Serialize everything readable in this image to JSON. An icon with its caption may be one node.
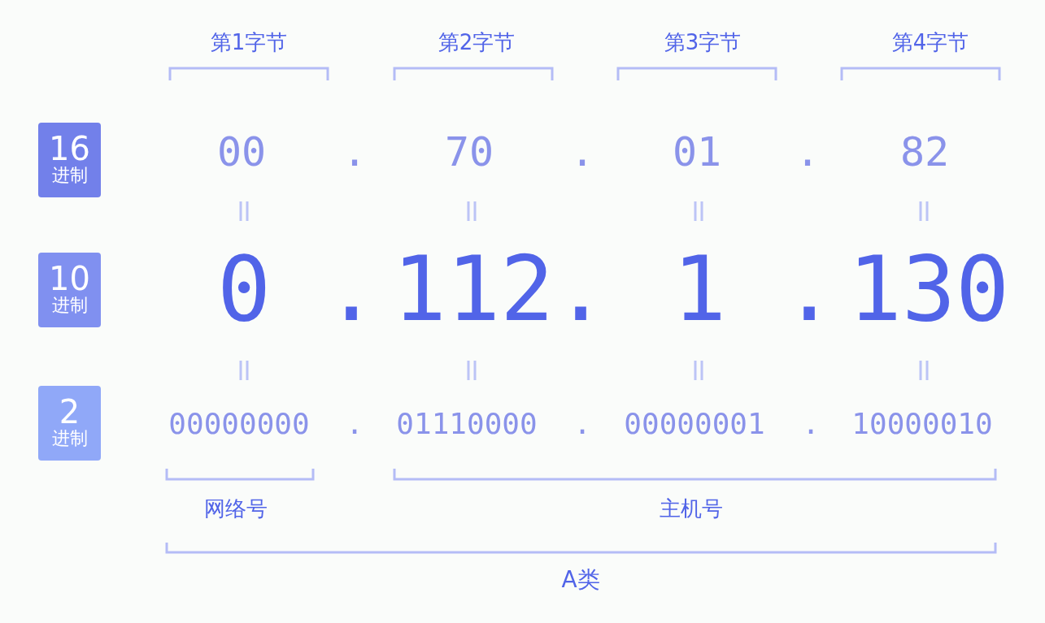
{
  "diagram": {
    "nodes": [
      {
        "text": [
          "16",
          "进制"
        ]
      },
      {
        "text": [
          "10",
          "进制"
        ]
      },
      {
        "text": [
          "2",
          "进制"
        ]
      }
    ],
    "edges": [],
    "labels": [
      "第1字节",
      "第2字节",
      "第3字节",
      "第4字节",
      "00",
      ".",
      "70",
      ".",
      "01",
      ".",
      "82",
      "0",
      ".",
      "112",
      ".",
      "1",
      ".",
      "130",
      "00000000",
      ".",
      "01110000",
      ".",
      "00000001",
      ".",
      "10000010",
      "网络号",
      "主机号",
      "A类"
    ]
  }
}
